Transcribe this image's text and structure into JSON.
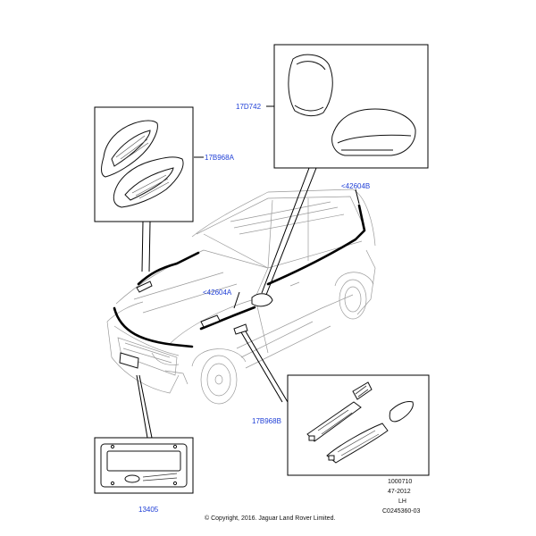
{
  "callouts": {
    "mirror_caps": "17D742",
    "bonnet_vents": "17B968A",
    "roof_strip": "<42604B",
    "body_strip": "<42604A",
    "side_vents": "17B968B",
    "plate_frame": "13405"
  },
  "info": {
    "code": "1000710",
    "date": "47-2012",
    "side": "LH",
    "ref": "C0245360-03"
  },
  "copyright": "© Copyright, 2016. Jaguar Land Rover Limited.",
  "colors": {
    "callout": "#1f3fd6",
    "line": "#000000",
    "car_outline": "#9a9a9a"
  }
}
